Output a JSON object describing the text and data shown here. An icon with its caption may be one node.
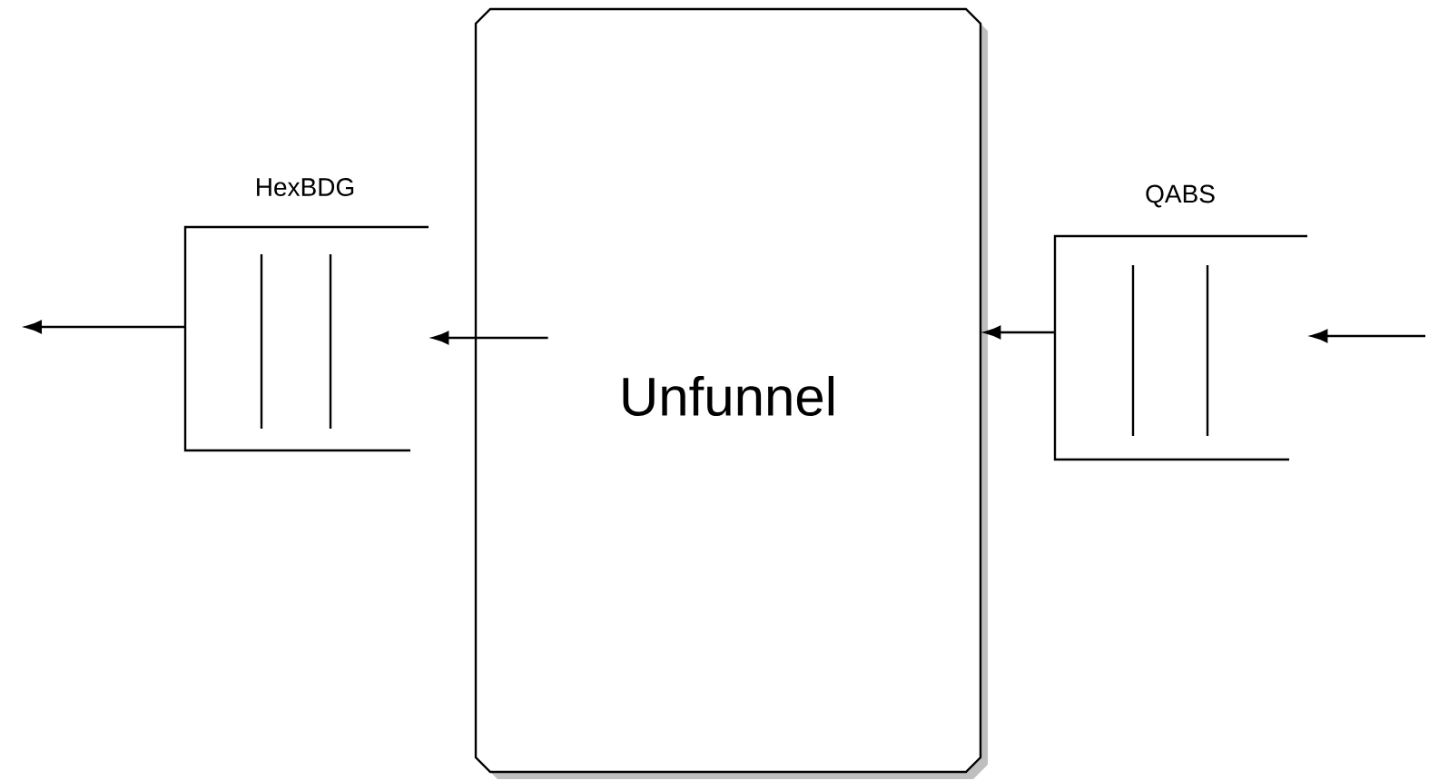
{
  "diagram": {
    "nodes": [
      {
        "text": [
          "HexBDG"
        ]
      },
      {
        "text": [
          "Unfunnel"
        ]
      },
      {
        "text": [
          "QABS"
        ]
      }
    ],
    "edges": [
      {
        "from": 0,
        "to": null,
        "arrow": "to"
      },
      {
        "from": 1,
        "to": 0,
        "arrow": "to"
      },
      {
        "from": 2,
        "to": 1,
        "arrow": "to"
      },
      {
        "from": null,
        "to": 2,
        "arrow": "to"
      }
    ]
  }
}
